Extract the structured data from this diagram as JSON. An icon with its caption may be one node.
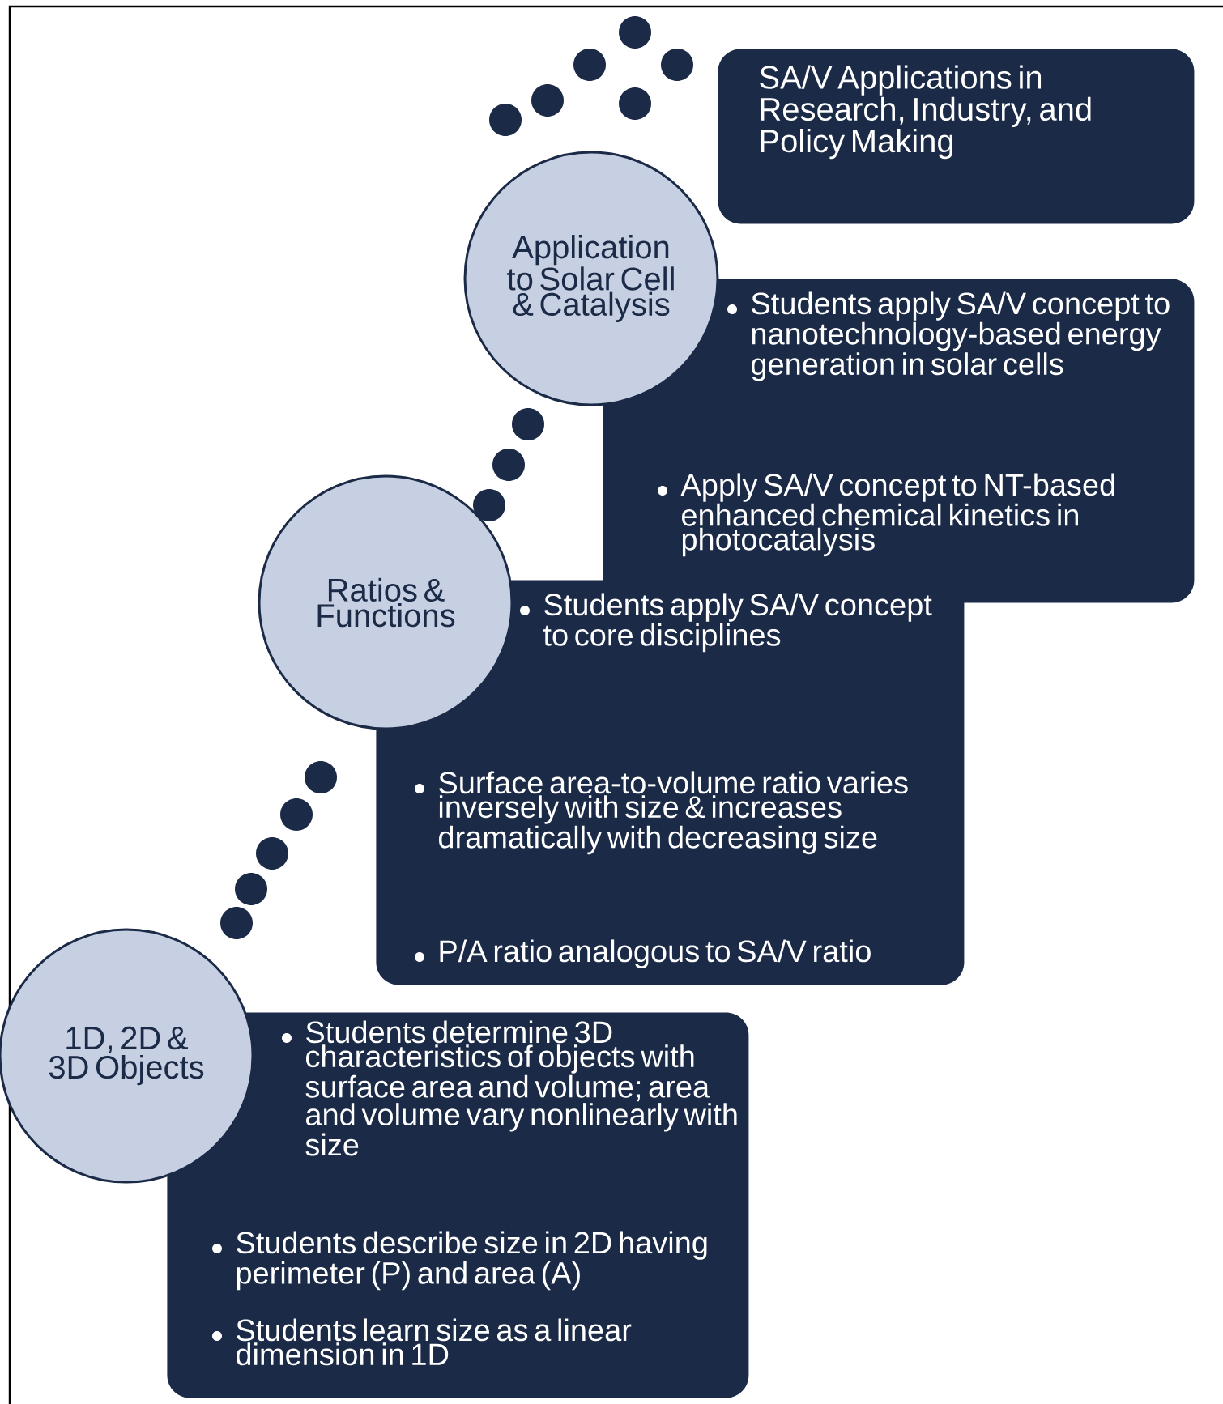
{
  "diagram": {
    "nodes": [
      {
        "text": [
          "SA/V Applications in Research, Industry, and Policy Making"
        ]
      },
      {
        "text": [
          "Application to Solar Cell & Catalysis"
        ]
      },
      {
        "text": [
          "Students apply SA/V concept to nanotechnology-based energy generation in solar cells",
          "Apply SA/V concept to NT-based enhanced chemical kinetics in photocatalysis"
        ]
      },
      {
        "text": [
          "Ratios & Functions"
        ]
      },
      {
        "text": [
          "Students apply SA/V concept to core disciplines",
          "Surface area-to-volume ratio varies inversely with size & increases dramatically with decreasing size",
          "P/A ratio analogous to SA/V ratio"
        ]
      },
      {
        "text": [
          "1D, 2D & 3D Objects"
        ]
      },
      {
        "text": [
          "Students determine 3D characteristics of objects with surface area and volume; area and volume vary nonlinearly with size",
          "Students describe size in 2D having perimeter (P) and area (A)",
          "Students learn size as a linear dimension in 1D"
        ]
      }
    ]
  }
}
